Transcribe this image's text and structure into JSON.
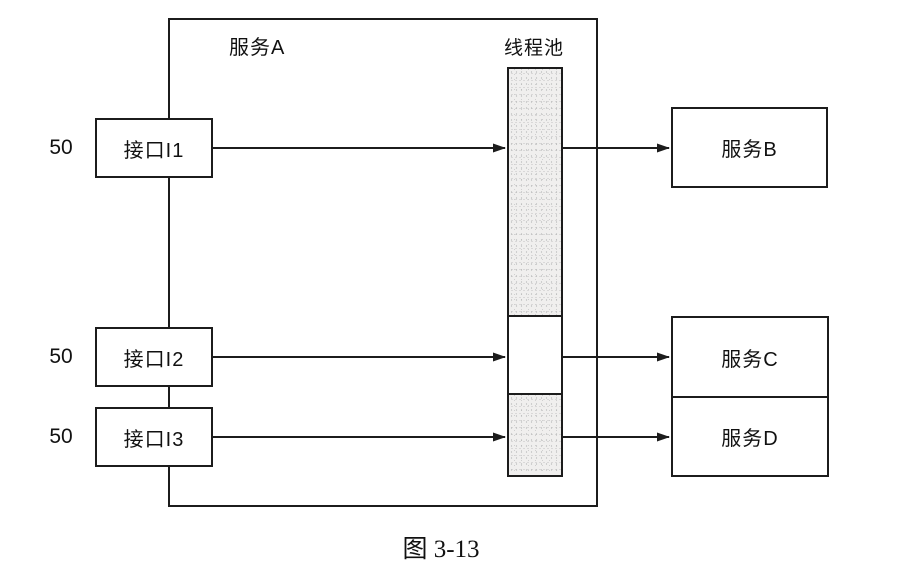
{
  "diagram": {
    "container_label": "服务A",
    "thread_pool": {
      "label": "线程池",
      "segments": [
        "busy",
        "free",
        "busy"
      ]
    },
    "interfaces": [
      {
        "label": "接口I1",
        "capacity": "50"
      },
      {
        "label": "接口I2",
        "capacity": "50"
      },
      {
        "label": "接口I3",
        "capacity": "50"
      }
    ],
    "services": [
      {
        "label": "服务B"
      },
      {
        "label": "服务C"
      },
      {
        "label": "服务D"
      }
    ],
    "connections": [
      {
        "from": "接口I1",
        "via": "线程池",
        "to": "服务B"
      },
      {
        "from": "接口I2",
        "via": "线程池",
        "to": "服务C"
      },
      {
        "from": "接口I3",
        "via": "线程池",
        "to": "服务D"
      }
    ],
    "caption": "图 3-13",
    "colors": {
      "line": "#1c1c1c",
      "pool_busy_fill": "#f0efee",
      "pool_free_fill": "#ffffff",
      "background": "#ffffff"
    }
  }
}
